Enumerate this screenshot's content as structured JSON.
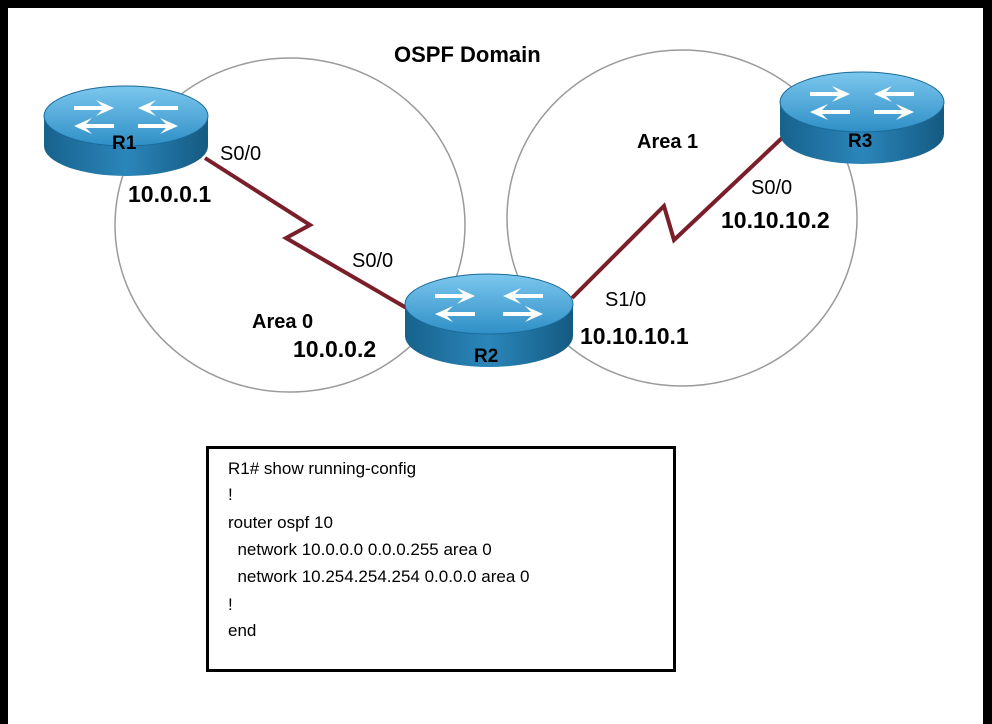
{
  "title": "OSPF Domain",
  "areas": [
    {
      "label": "Area 0"
    },
    {
      "label": "Area 1"
    }
  ],
  "routers": [
    {
      "name": "R1",
      "ip": "10.0.0.1",
      "interface": "S0/0"
    },
    {
      "name": "R2",
      "ip_area0": "10.0.0.2",
      "ip_area1": "10.10.10.1",
      "interface_area0": "S0/0",
      "interface_area1": "S1/0"
    },
    {
      "name": "R3",
      "ip": "10.10.10.2",
      "interface": "S0/0"
    }
  ],
  "config": {
    "lines": [
      "R1# show running-config",
      "!",
      "router ospf 10",
      "  network 10.0.0.0 0.0.0.255 area 0",
      "  network 10.254.254.254 0.0.0.0 area 0",
      "!",
      "end"
    ]
  },
  "colors": {
    "router_top": "#4aa7d6",
    "router_side": "#1f6f9e",
    "serial_link": "#7a1e2a",
    "area_circle": "#9a9a9a"
  }
}
